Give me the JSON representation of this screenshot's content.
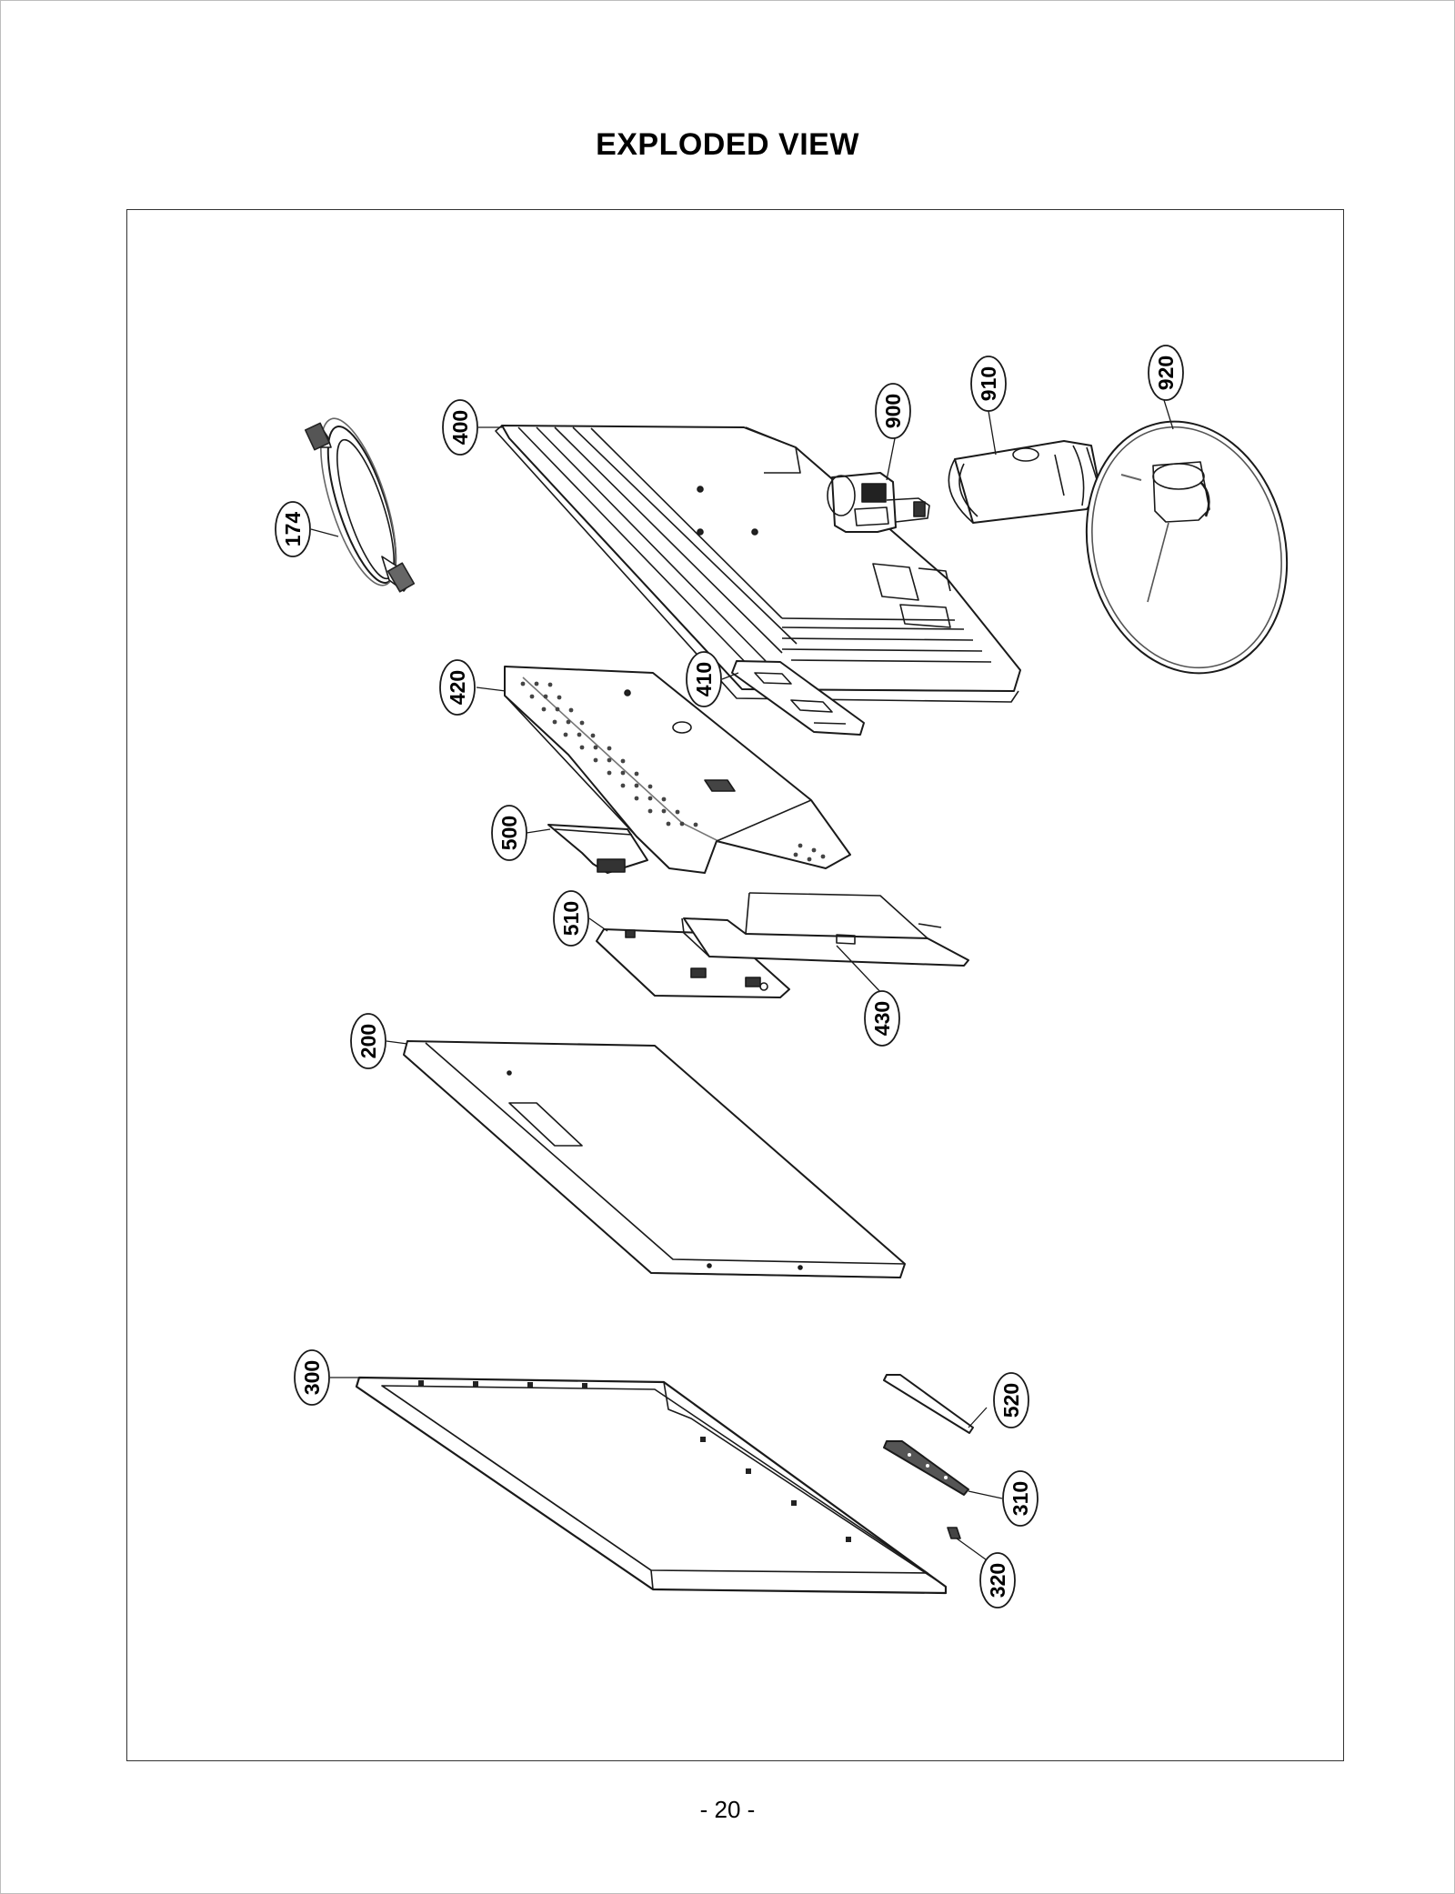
{
  "page": {
    "title": "EXPLODED VIEW",
    "page_number": "- 20 -"
  },
  "callouts": [
    {
      "id": "174",
      "label": "174"
    },
    {
      "id": "400",
      "label": "400"
    },
    {
      "id": "900",
      "label": "900"
    },
    {
      "id": "910",
      "label": "910"
    },
    {
      "id": "920",
      "label": "920"
    },
    {
      "id": "420",
      "label": "420"
    },
    {
      "id": "410",
      "label": "410"
    },
    {
      "id": "500",
      "label": "500"
    },
    {
      "id": "510",
      "label": "510"
    },
    {
      "id": "430",
      "label": "430"
    },
    {
      "id": "200",
      "label": "200"
    },
    {
      "id": "300",
      "label": "300"
    },
    {
      "id": "520",
      "label": "520"
    },
    {
      "id": "310",
      "label": "310"
    },
    {
      "id": "320",
      "label": "320"
    }
  ]
}
